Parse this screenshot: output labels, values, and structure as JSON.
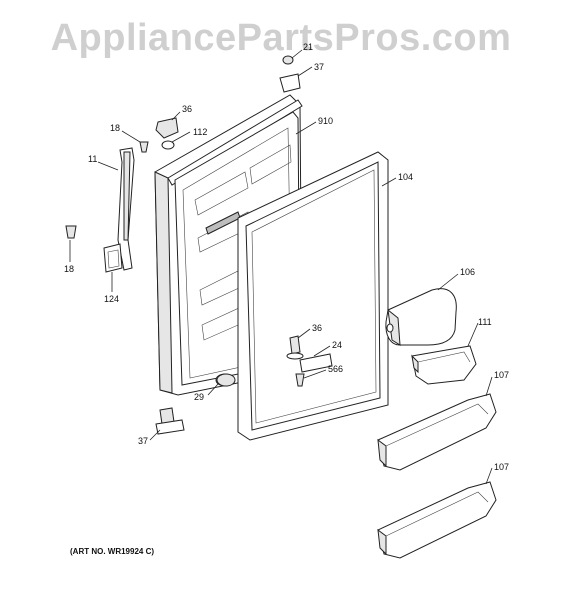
{
  "watermark": "AppliancePartsPros.com",
  "art_number": "(ART NO. WR19924 C)",
  "callouts": {
    "c21": "21",
    "c37_top": "37",
    "c36_top": "36",
    "c18_top": "18",
    "c112": "112",
    "c910": "910",
    "c11": "11",
    "c104": "104",
    "c18_left": "18",
    "c124": "124",
    "c106": "106",
    "c36_mid": "36",
    "c111": "111",
    "c24": "24",
    "c566": "566",
    "c107_top": "107",
    "c29": "29",
    "c37_bottom": "37",
    "c107_bottom": "107"
  }
}
